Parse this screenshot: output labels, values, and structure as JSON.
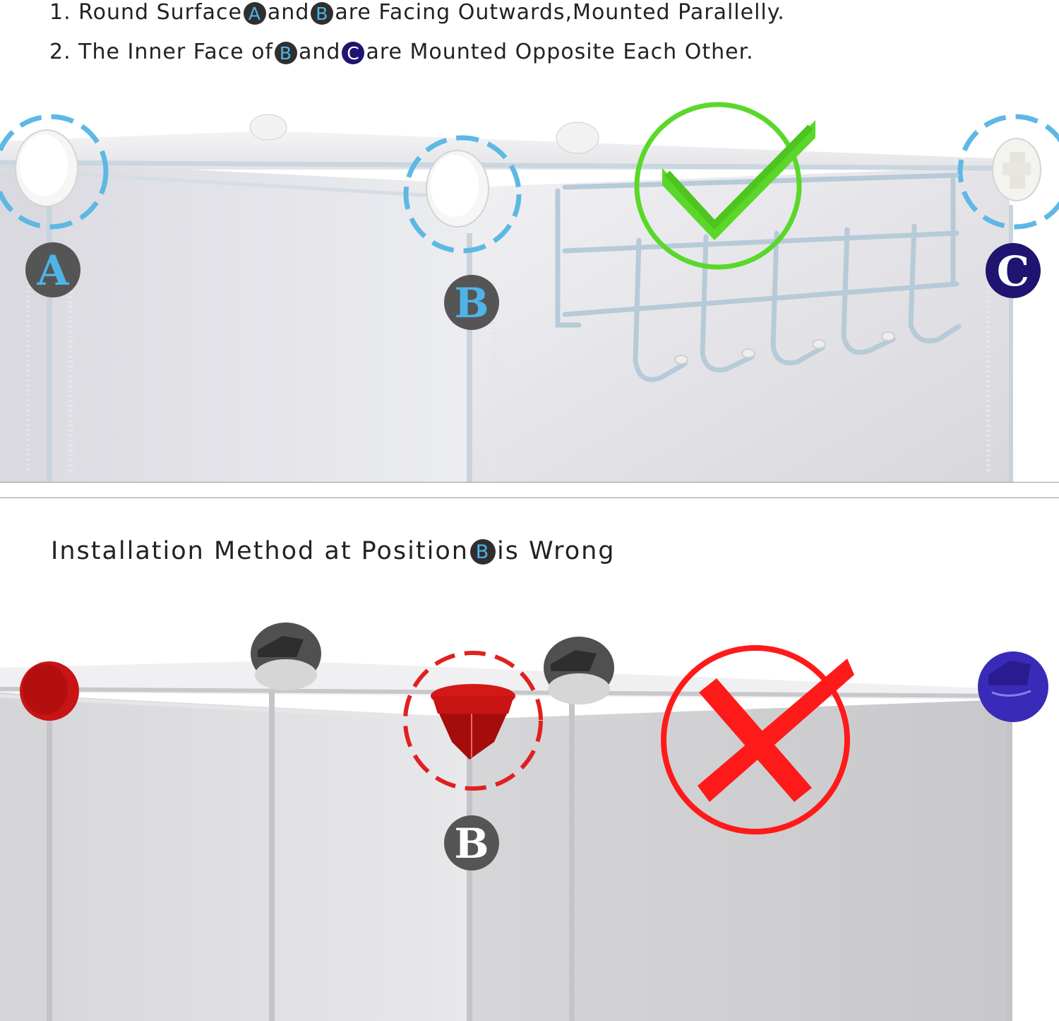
{
  "instructions": [
    {
      "number": "1.",
      "part1": "Round Surface",
      "badge1": "A",
      "part2": "and",
      "badge2": "B",
      "part3": "are Facing Outwards,Mounted Parallelly."
    },
    {
      "number": "2.",
      "part1": "The Inner Face of",
      "badge1": "B",
      "part2": "and",
      "badge2": "C",
      "part3": "are Mounted Opposite Each Other."
    }
  ],
  "correct_photo": {
    "labels": {
      "a": "A",
      "b": "B",
      "c": "C"
    },
    "check_icon": "checkmark-icon",
    "check_color": "#5ad82a",
    "dashed_circle_color": "#5db8e4"
  },
  "wrong_section": {
    "title_part1": "Installation Method at Position",
    "title_badge": "B",
    "title_part2": "is Wrong"
  },
  "wrong_photo": {
    "labels": {
      "b": "B"
    },
    "cross_icon": "cross-icon",
    "cross_color": "#ff1a1a",
    "dashed_circle_color": "#e02020"
  },
  "colors": {
    "badge_dark": "#555555",
    "badge_letter_blue": "#4fb3e8",
    "badge_navy": "#1f1470",
    "connector_red": "#c81414",
    "connector_blue": "#3a2ab8",
    "connector_gray": "#505050"
  }
}
